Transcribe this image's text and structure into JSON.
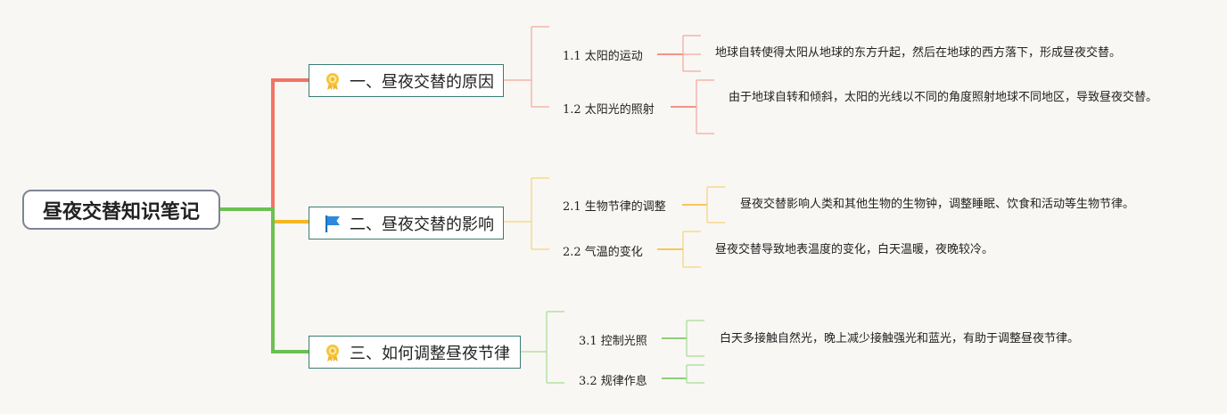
{
  "root": {
    "title": "昼夜交替知识笔记"
  },
  "branches": [
    {
      "label": "一、昼夜交替的原因",
      "icon": "award-ribbon-icon",
      "color": "#f07465",
      "subs": [
        {
          "label": "1.1 太阳的运动",
          "detail": "地球自转使得太阳从地球的东方升起，然后在地球的西方落下，形成昼夜交替。"
        },
        {
          "label": "1.2 太阳光的照射",
          "detail": "由于地球自转和倾斜，太阳的光线以不同的角度照射地球不同地区，导致昼夜交替。"
        }
      ]
    },
    {
      "label": "二、昼夜交替的影响",
      "icon": "blue-flag-icon",
      "color": "#f5b724",
      "subs": [
        {
          "label": "2.1 生物节律的调整",
          "detail": "昼夜交替影响人类和其他生物的生物钟，调整睡眠、饮食和活动等生物节律。"
        },
        {
          "label": "2.2 气温的变化",
          "detail": "昼夜交替导致地表温度的变化，白天温暖，夜晚较冷。"
        }
      ]
    },
    {
      "label": "三、如何调整昼夜节律",
      "icon": "award-ribbon-icon",
      "color": "#6cc052",
      "subs": [
        {
          "label": "3.1 控制光照",
          "detail": "白天多接触自然光，晚上减少接触强光和蓝光，有助于调整昼夜节律。"
        },
        {
          "label": "3.2 规律作息",
          "detail": ""
        }
      ]
    }
  ]
}
